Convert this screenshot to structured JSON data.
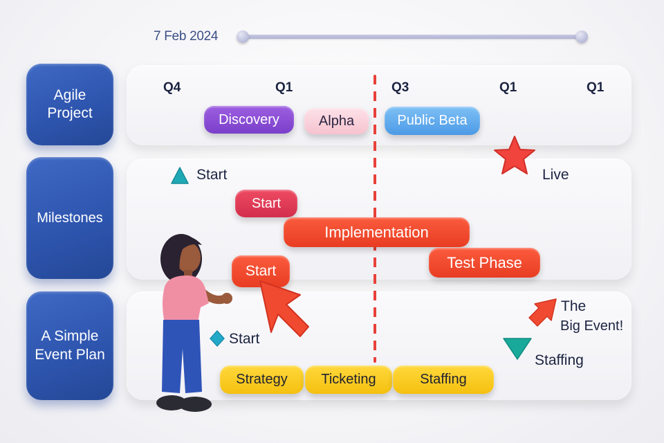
{
  "date_slider": {
    "date": "7 Feb 2024"
  },
  "rows": [
    {
      "label": "Agile\nProject"
    },
    {
      "label": "Milestones"
    },
    {
      "label": "A Simple\nEvent Plan"
    }
  ],
  "quarters": [
    "Q4",
    "Q1",
    "Q3",
    "Q1",
    "Q1"
  ],
  "agile": {
    "phases": [
      "Discovery",
      "Alpha",
      "Public Beta"
    ]
  },
  "milestones": {
    "start_marker": "Start",
    "live_marker": "Live",
    "bars": [
      "Start",
      "Implementation",
      "Test Phase",
      "Start"
    ]
  },
  "event_plan": {
    "start_marker": "Start",
    "event_marker_line1": "The",
    "event_marker_line2": "Big Event!",
    "staffing_marker": "Staffing",
    "tasks": [
      "Strategy",
      "Ticketing",
      "Staffing"
    ]
  },
  "colors": {
    "label_blue": "#2d54ad",
    "discovery": "#8a4dd6",
    "alpha": "#f7cbd6",
    "public_beta": "#5aa8ec",
    "milestone_start": "#e23c57",
    "implementation": "#f24b2e",
    "task_yellow": "#f8c81c",
    "today_line": "#e8413a",
    "teal_marker": "#1fa9b5",
    "star": "#f0443c"
  }
}
